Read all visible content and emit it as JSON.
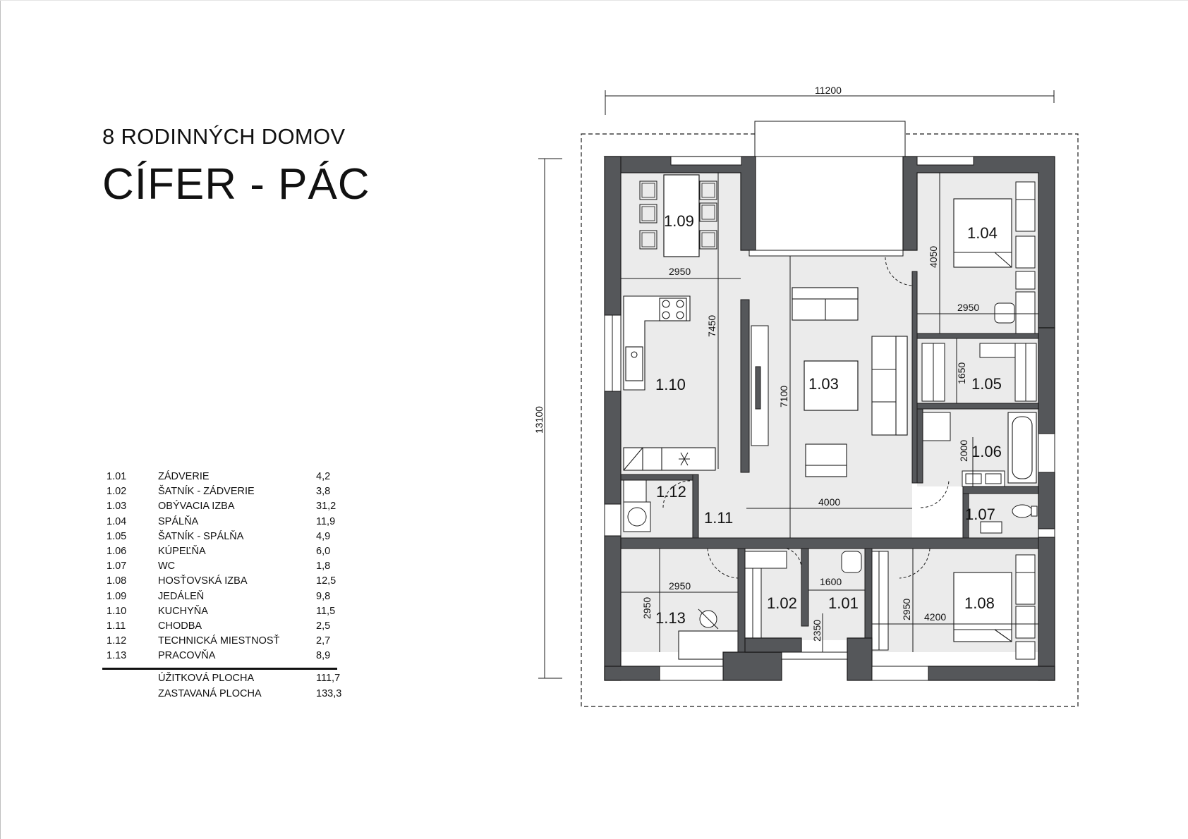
{
  "header": {
    "subtitle": "8 RODINNÝCH DOMOV",
    "title": "CÍFER - PÁC"
  },
  "schedule": {
    "rows": [
      {
        "num": "1.01",
        "name": "ZÁDVERIE",
        "area": "4,2"
      },
      {
        "num": "1.02",
        "name": "ŠATNÍK - ZÁDVERIE",
        "area": "3,8"
      },
      {
        "num": "1.03",
        "name": "OBÝVACIA IZBA",
        "area": "31,2"
      },
      {
        "num": "1.04",
        "name": "SPÁLŇA",
        "area": "11,9"
      },
      {
        "num": "1.05",
        "name": "ŠATNÍK - SPÁLŇA",
        "area": "4,9"
      },
      {
        "num": "1.06",
        "name": "KÚPEĽŇA",
        "area": "6,0"
      },
      {
        "num": "1.07",
        "name": "WC",
        "area": "1,8"
      },
      {
        "num": "1.08",
        "name": "HOSŤOVSKÁ IZBA",
        "area": "12,5"
      },
      {
        "num": "1.09",
        "name": "JEDÁLEŇ",
        "area": "9,8"
      },
      {
        "num": "1.10",
        "name": "KUCHYŇA",
        "area": "11,5"
      },
      {
        "num": "1.11",
        "name": "CHODBA",
        "area": "2,5"
      },
      {
        "num": "1.12",
        "name": "TECHNICKÁ MIESTNOSŤ",
        "area": "2,7"
      },
      {
        "num": "1.13",
        "name": "PRACOVŇA",
        "area": "8,9"
      }
    ],
    "totals": [
      {
        "name": "ÚŽITKOVÁ PLOCHA",
        "area": "111,7"
      },
      {
        "name": "ZASTAVANÁ PLOCHA",
        "area": "133,3"
      }
    ]
  },
  "plan": {
    "rooms": {
      "r101": "1.01",
      "r102": "1.02",
      "r103": "1.03",
      "r104": "1.04",
      "r105": "1.05",
      "r106": "1.06",
      "r107": "1.07",
      "r108": "1.08",
      "r109": "1.09",
      "r110": "1.10",
      "r111": "1.11",
      "r112": "1.12",
      "r113": "1.13"
    },
    "dims": {
      "overall_width": "11200",
      "overall_height": "13100",
      "dining_width": "2950",
      "kitchen_height": "7450",
      "living_height": "7100",
      "living_width": "4000",
      "bedroom_height": "4050",
      "bedroom_width": "2950",
      "wardrobe_height": "1650",
      "bath_height": "2000",
      "study_width": "2950",
      "study_height": "2950",
      "entry_width": "1600",
      "entry_height": "2350",
      "guest_height": "2950",
      "guest_width": "4200"
    },
    "colors": {
      "wall": "#55575a",
      "floor": "#ebebeb",
      "line": "#1a1a1a"
    }
  }
}
